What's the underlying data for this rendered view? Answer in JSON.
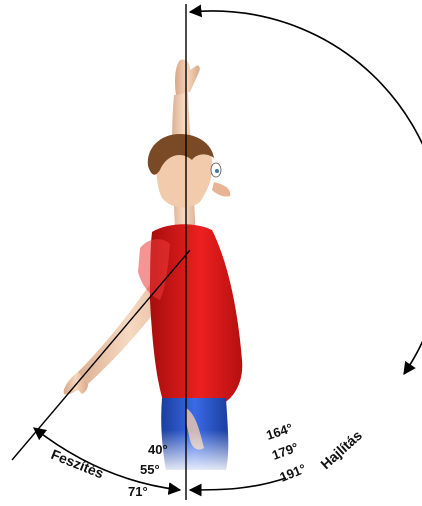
{
  "diagram": {
    "flexion": {
      "label": "Hajlítás",
      "angles": [
        "164°",
        "179°",
        "191°"
      ]
    },
    "extension": {
      "label": "Feszítés",
      "angles": [
        "40°",
        "55°",
        "71°"
      ]
    }
  },
  "colors": {
    "shirt": "#e81e1e",
    "pants": "#2a5ad8",
    "skin": "#f0c8a8",
    "hair": "#7a4a26",
    "line": "#000000"
  }
}
